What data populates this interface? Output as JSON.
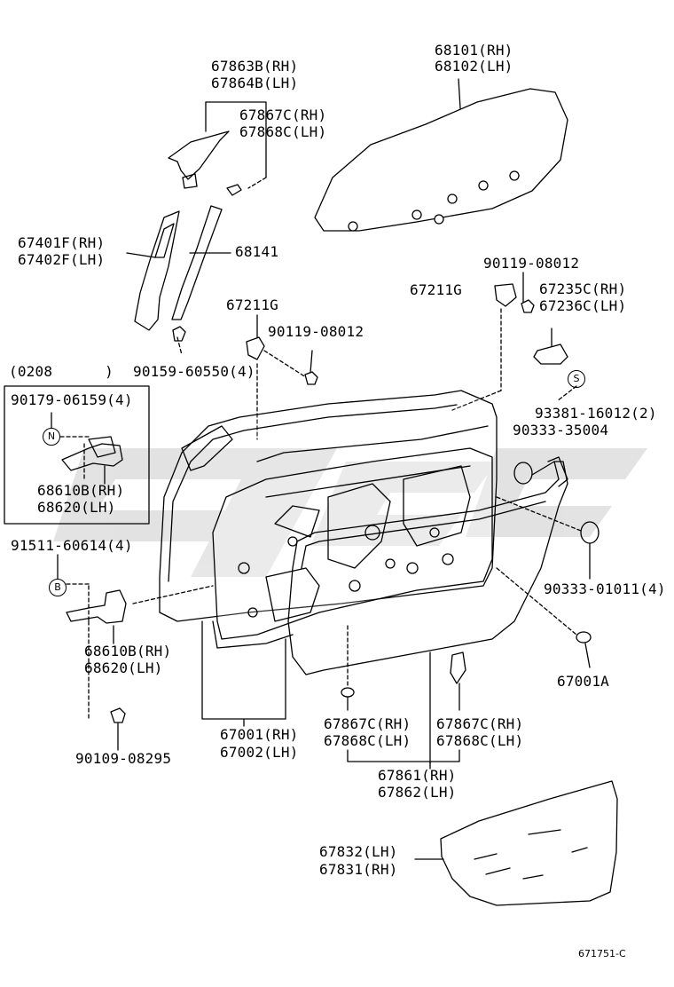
{
  "parts": {
    "glass_rh": "68101(RH)",
    "glass_lh": "68102(LH)",
    "quarter_glass_rh": "67863B(RH)",
    "quarter_glass_lh": "67864B(LH)",
    "top_weatherstrip_rh": "67867C(RH)",
    "top_weatherstrip_lh": "67868C(LH)",
    "channel_rh": "67401F(RH)",
    "channel_lh": "67402F(LH)",
    "run_channel": "68141",
    "stopper_left": "67211G",
    "bolt_left": "90119-08012",
    "screw_4": "90159-60550(4)",
    "stopper_right": "67211G",
    "bolt_right": "90119-08012",
    "cushion_rh": "67235C(RH)",
    "cushion_lh": "67236C(LH)",
    "date_code": "(0208      )",
    "bolt_n": "90179-06159(4)",
    "hinge_upper_rh": "68610B(RH)",
    "hinge_upper_lh": "68620(LH)",
    "bolt_b": "91511-60614(4)",
    "hinge_lower_rh": "68610B(RH)",
    "hinge_lower_lh": "68620(LH)",
    "bolt_bottom": "90109-08295",
    "screw_2": "93381-16012(2)",
    "plug_1": "90333-35004",
    "plug_4": "90333-01011(4)",
    "clip": "67001A",
    "door_panel_rh": "67001(RH)",
    "door_panel_lh": "67002(LH)",
    "ws_left_rh": "67867C(RH)",
    "ws_left_lh": "67868C(LH)",
    "ws_right_rh": "67867C(RH)",
    "ws_right_lh": "67868C(LH)",
    "weatherstrip_rh": "67861(RH)",
    "weatherstrip_lh": "67862(LH)",
    "cover_lh": "67832(LH)",
    "cover_rh": "67831(RH)",
    "callout_n": "N",
    "callout_b": "B",
    "callout_s": "S",
    "figure_ref": "671751-C"
  }
}
